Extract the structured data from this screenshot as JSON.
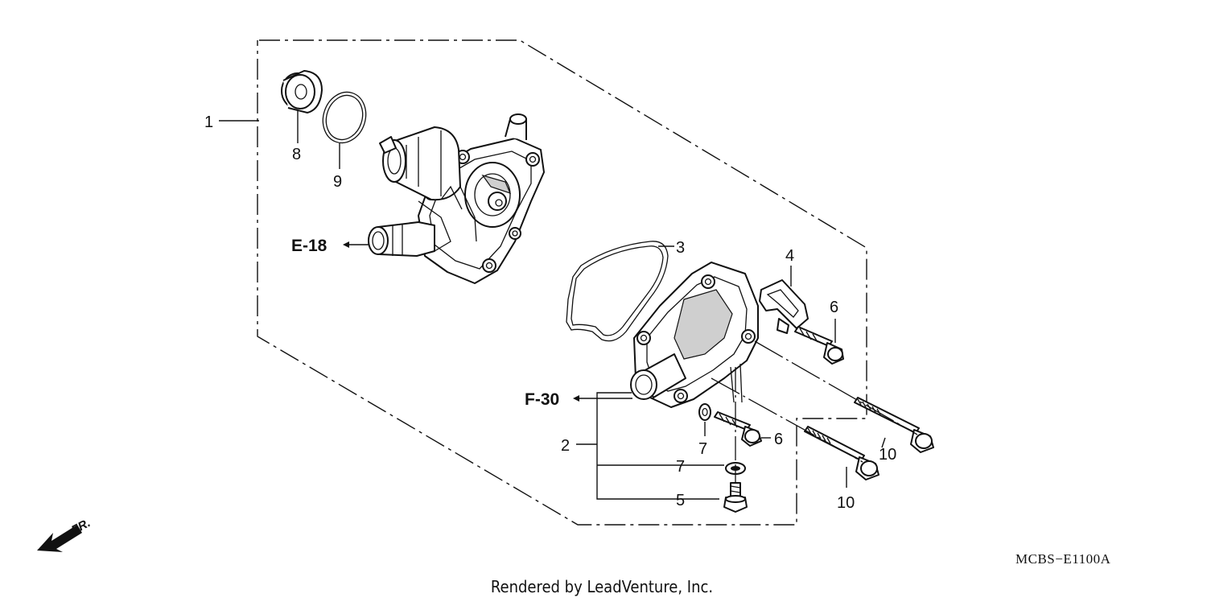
{
  "callouts": {
    "c1": "1",
    "c2": "2",
    "c3": "3",
    "c4": "4",
    "c5": "5",
    "c6a": "6",
    "c6b": "6",
    "c7a": "7",
    "c7b": "7",
    "c8": "8",
    "c9": "9",
    "c10a": "10",
    "c10b": "10"
  },
  "references": {
    "e18": "E-18",
    "f30": "F-30"
  },
  "direction_label": "FR.",
  "diagram_code": "MCBS−E1100A",
  "credit": "Rendered by LeadVenture, Inc."
}
